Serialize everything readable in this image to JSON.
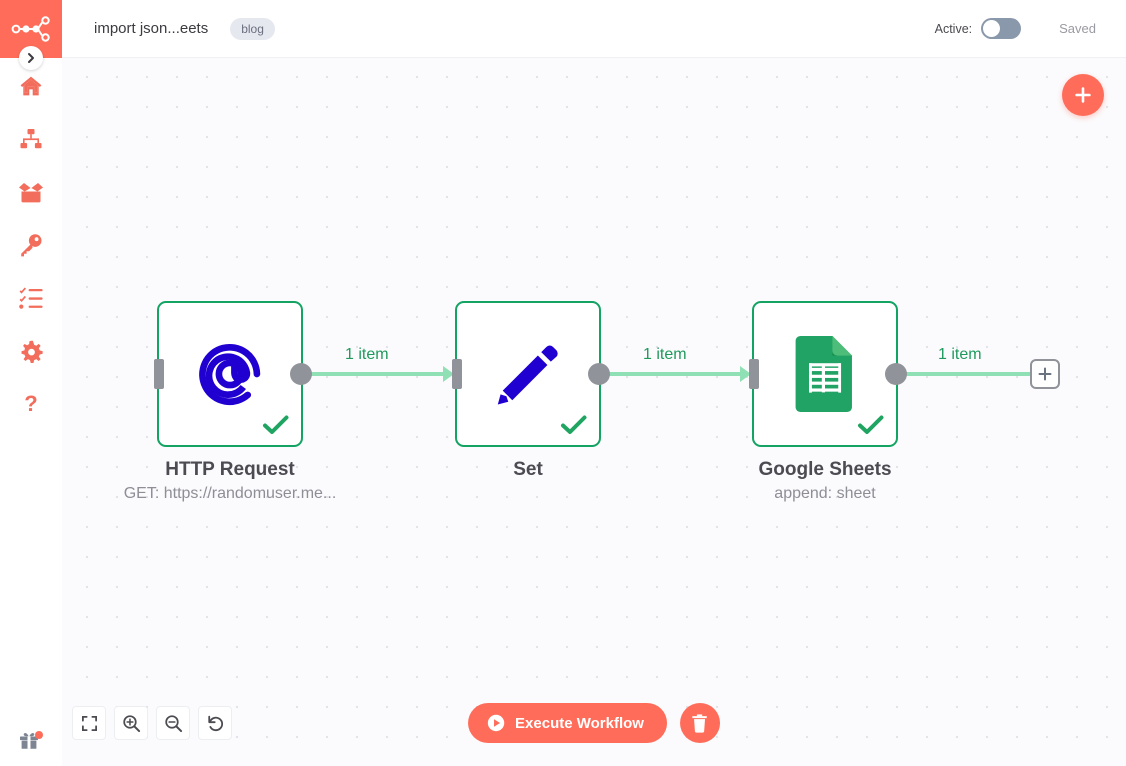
{
  "header": {
    "title": "import json...eets",
    "tag": "blog",
    "active_label": "Active:",
    "active_on": false,
    "saved_label": "Saved"
  },
  "sidebar": {
    "logo_icon": "n8n-logo-icon",
    "expand_icon": "chevron-right-icon",
    "items": [
      {
        "name": "home",
        "icon": "home-icon"
      },
      {
        "name": "workflows",
        "icon": "sitemap-icon"
      },
      {
        "name": "templates",
        "icon": "open-box-icon"
      },
      {
        "name": "credentials",
        "icon": "key-icon"
      },
      {
        "name": "executions",
        "icon": "task-list-icon"
      },
      {
        "name": "settings",
        "icon": "gear-icon"
      },
      {
        "name": "help",
        "icon": "question-mark-icon"
      }
    ],
    "footer": {
      "name": "whats-new",
      "icon": "gift-icon",
      "has_badge": true
    }
  },
  "canvas": {
    "add_node_button": "+",
    "end_plus": "+",
    "nodes": [
      {
        "id": "http-request",
        "title": "HTTP Request",
        "subtitle": "GET: https://randomuser.me...",
        "icon": "at-sign-icon",
        "status": "success",
        "status_icon": "check-icon"
      },
      {
        "id": "set",
        "title": "Set",
        "subtitle": "",
        "icon": "pencil-icon",
        "status": "success",
        "status_icon": "check-icon"
      },
      {
        "id": "google-sheets",
        "title": "Google Sheets",
        "subtitle": "append: sheet",
        "icon": "google-sheets-icon",
        "status": "success",
        "status_icon": "check-icon"
      }
    ],
    "connections": [
      {
        "from": "http-request",
        "to": "set",
        "label": "1 item"
      },
      {
        "from": "set",
        "to": "google-sheets",
        "label": "1 item"
      },
      {
        "from": "google-sheets",
        "to": "end-plus",
        "label": "1 item"
      }
    ]
  },
  "toolbar": {
    "zoom_buttons": [
      {
        "name": "zoom-to-fit",
        "icon": "expand-icon"
      },
      {
        "name": "zoom-in",
        "icon": "magnifier-plus-icon"
      },
      {
        "name": "zoom-out",
        "icon": "magnifier-minus-icon"
      },
      {
        "name": "reset-zoom",
        "icon": "undo-icon"
      }
    ],
    "execute_label": "Execute Workflow",
    "execute_icon": "play-icon",
    "delete_icon": "trash-icon"
  },
  "colors": {
    "brand": "#ff6d5a",
    "node_border": "#13a463",
    "connection": "#8fe0b4",
    "connection_label": "#1f9a5c",
    "connector": "#909399",
    "canvas_bg": "#fbfbfd",
    "sheets_green": "#21a366",
    "icon_blue": "#2000d0"
  }
}
